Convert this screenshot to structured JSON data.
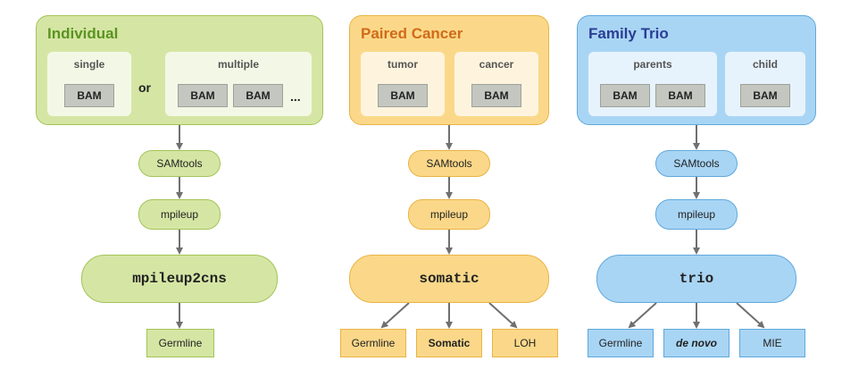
{
  "colors": {
    "green_fill": "#d5e6a4",
    "green_border": "#a3c457",
    "green_title": "#5b9322",
    "orange_fill": "#fbd889",
    "orange_border": "#e8b445",
    "orange_title": "#d06b1a",
    "blue_fill": "#a9d5f4",
    "blue_border": "#5fa8dd",
    "blue_title": "#2b3d94",
    "arrow": "#6f6f6f"
  },
  "individual": {
    "title": "Individual",
    "single": {
      "label": "single",
      "bam": "BAM"
    },
    "or_label": "or",
    "multiple": {
      "label": "multiple",
      "bams": [
        "BAM",
        "BAM"
      ],
      "ellipsis": "..."
    },
    "step1": "SAMtools",
    "step2": "mpileup",
    "command": "mpileup2cns",
    "outputs": [
      "Germline"
    ]
  },
  "paired_cancer": {
    "title": "Paired Cancer",
    "tumor": {
      "label": "tumor",
      "bam": "BAM"
    },
    "cancer": {
      "label": "cancer",
      "bam": "BAM"
    },
    "step1": "SAMtools",
    "step2": "mpileup",
    "command": "somatic",
    "outputs": [
      "Germline",
      "Somatic",
      "LOH"
    ]
  },
  "family_trio": {
    "title": "Family Trio",
    "parents": {
      "label": "parents",
      "bams": [
        "BAM",
        "BAM"
      ]
    },
    "child": {
      "label": "child",
      "bam": "BAM"
    },
    "step1": "SAMtools",
    "step2": "mpileup",
    "command": "trio",
    "outputs": [
      "Germline",
      "de novo",
      "MIE"
    ]
  }
}
